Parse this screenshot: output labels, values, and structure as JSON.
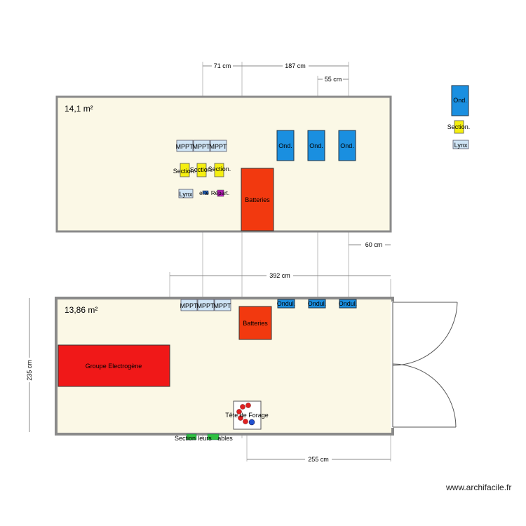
{
  "rooms": {
    "top_area": "14,1 m²",
    "bottom_area": "13,86 m²"
  },
  "dimensions": {
    "top_71": "71 cm",
    "top_187": "187 cm",
    "top_55": "55 cm",
    "top_60": "60 cm",
    "bottom_392": "392 cm",
    "bottom_235": "235 cm",
    "bottom_255": "255 cm"
  },
  "top_room": {
    "mppt": [
      "MPPT",
      "MPPT",
      "MPPT"
    ],
    "sections": [
      "Section.",
      "Section.",
      "Section."
    ],
    "lynx": "Lynx",
    "small_1": "erte",
    "small_2": "Répart.",
    "batteries": "Batteries",
    "onduleurs": [
      "Ond.",
      "Ond.",
      "Ond."
    ]
  },
  "outside": {
    "ond": "Ond.",
    "section": "Section.",
    "lynx": "Lynx"
  },
  "bottom_room": {
    "mppt": [
      "MPPT",
      "MPPT",
      "MPPT"
    ],
    "batteries": "Batteries",
    "onduleurs": [
      "Ondul.",
      "Ondul.",
      "Ondul."
    ],
    "generator": "Groupe Electrogène",
    "tete": "Tête de Forage",
    "under_label_1": "Section",
    "under_label_2": "leurs",
    "under_label_3": "ables"
  },
  "watermark": "www.archifacile.fr",
  "colors": {
    "floor": "#fbf8e6",
    "wall": "#8a8a8a",
    "batteries": "#f2390f",
    "generator": "#f01818",
    "ond_blue": "#1a8fe0",
    "mppt_blue": "#cfe4f5",
    "section_yellow": "#f5ef10",
    "green": "#30c040"
  }
}
